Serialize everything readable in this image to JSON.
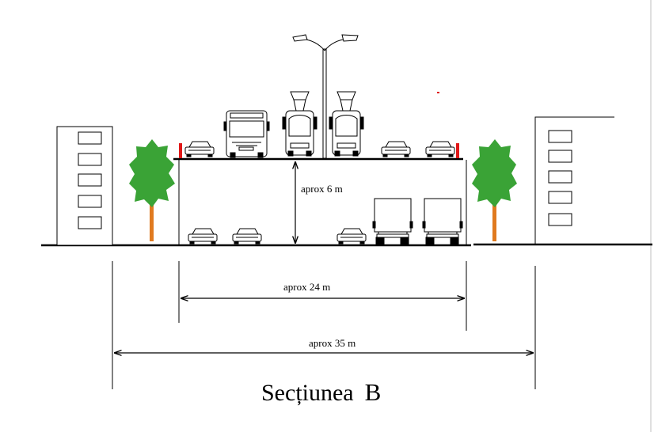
{
  "title": "Secțiunea",
  "title_suffix": "B",
  "dimensions": {
    "height_label": "aprox  6 m",
    "deck_width_label": "aprox 24 m",
    "total_width_label": "aprox  35 m"
  },
  "colors": {
    "tree_foliage": "#3aa336",
    "tree_trunk": "#e07a1f",
    "barrier": "#e01818",
    "line": "#000000"
  }
}
